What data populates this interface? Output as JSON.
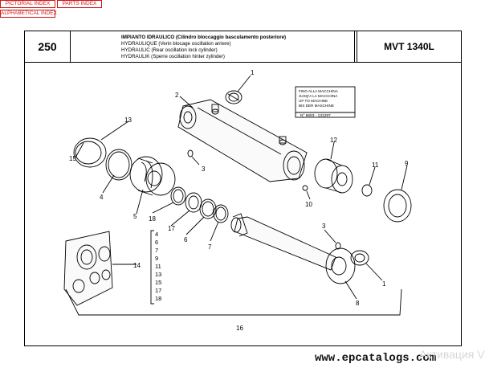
{
  "nav": {
    "pictorial_index": "PICTORIAL INDEX",
    "parts_index": "PARTS INDEX",
    "alphabetical_index": "ALPHABETICAL INDEX"
  },
  "header": {
    "page_number": "250",
    "title_it": "IMPIANTO IDRAULICO (Cilindro bloccaggio basculamento posteriore)",
    "title_fr": "HYDRAULIQUE (Verin blocage oscillation arriere)",
    "title_en": "HYDRAULIC (Rear oscillation lock cylinder)",
    "title_de": "HYDRAULIK (Sperre oscillation hinter zylinder)",
    "model": "MVT 1340L"
  },
  "serial_box": {
    "line1": "FINO ALLA MACCHINA",
    "line2": "JUSQ'A LA MACCHINA",
    "line3": "UP TO MACHINE",
    "line4": "BIS DER MASCHINE",
    "serial": "N° 6693 - 131297"
  },
  "callouts": [
    "1",
    "2",
    "3",
    "4",
    "5",
    "6",
    "7",
    "8",
    "9",
    "10",
    "11",
    "12",
    "13",
    "14",
    "15",
    "16",
    "17",
    "18",
    "1",
    "3"
  ],
  "kit_list": [
    "4",
    "6",
    "7",
    "9",
    "11",
    "13",
    "15",
    "17",
    "18"
  ],
  "watermark": "www.epcatalogs.com",
  "os_overlay": "Активация V"
}
